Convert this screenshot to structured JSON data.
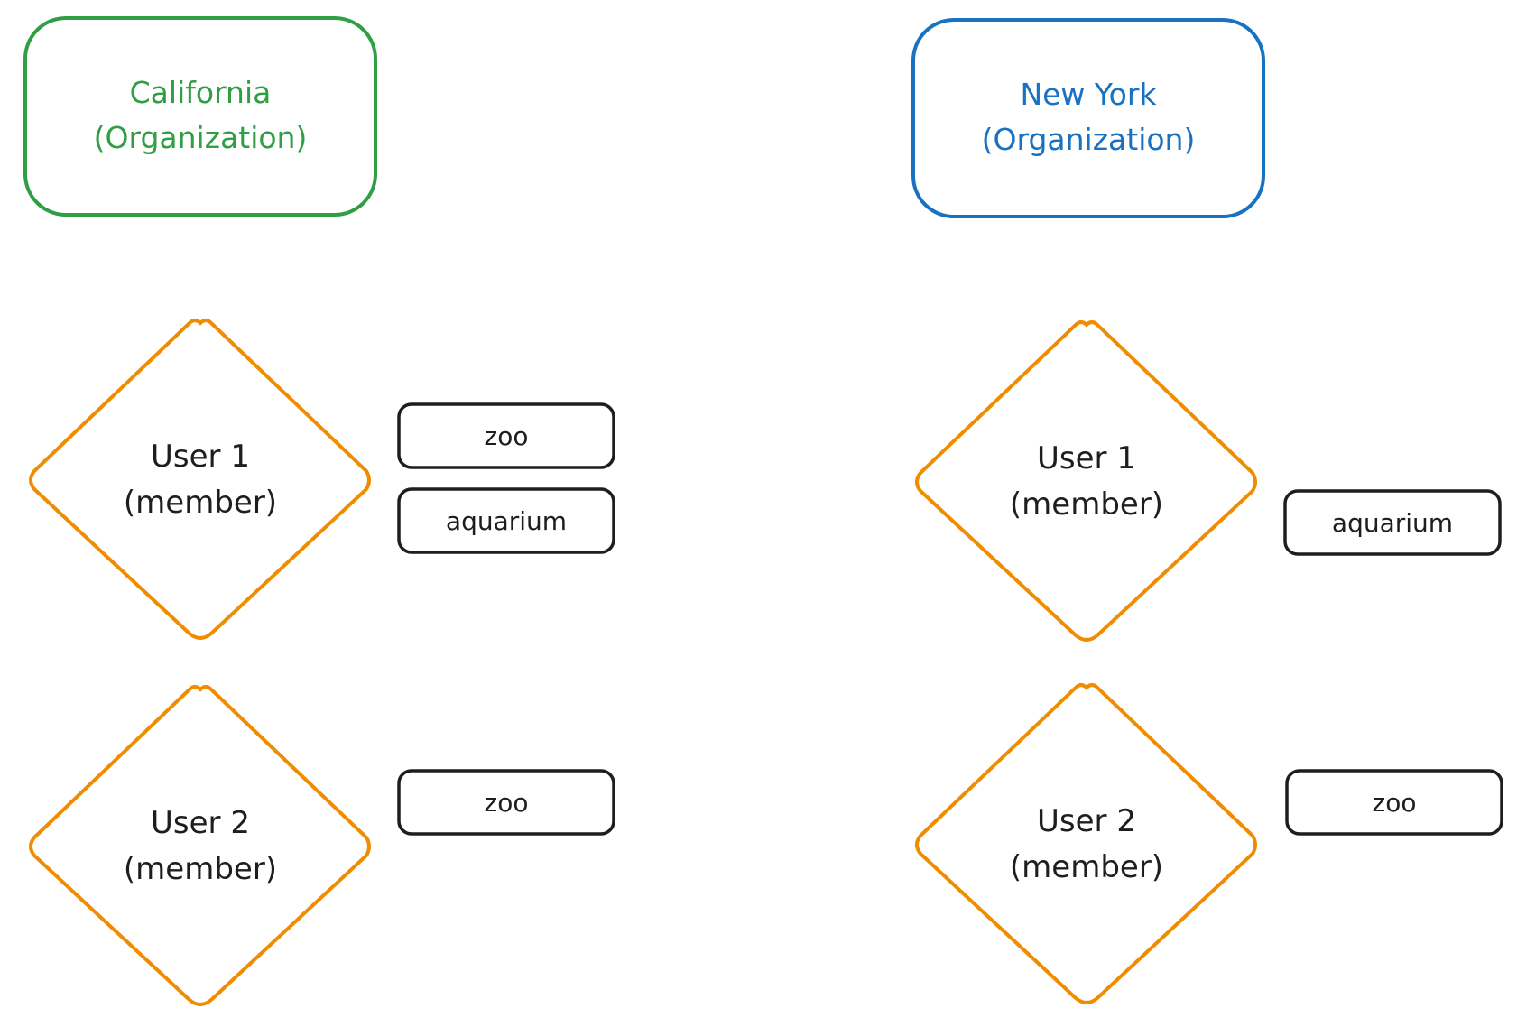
{
  "colors": {
    "california": "#2f9e44",
    "new_york": "#1971c2",
    "user": "#f08c00",
    "tag": "#1e1e1e"
  },
  "organizations": [
    {
      "id": "california",
      "name": "California",
      "role": "(Organization)",
      "users": [
        {
          "name": "User 1",
          "role": "(member)",
          "tags": [
            "zoo",
            "aquarium"
          ]
        },
        {
          "name": "User 2",
          "role": "(member)",
          "tags": [
            "zoo"
          ]
        }
      ]
    },
    {
      "id": "new_york",
      "name": "New York",
      "role": "(Organization)",
      "users": [
        {
          "name": "User 1",
          "role": "(member)",
          "tags": [
            "aquarium"
          ]
        },
        {
          "name": "User 2",
          "role": "(member)",
          "tags": [
            "zoo"
          ]
        }
      ]
    }
  ]
}
